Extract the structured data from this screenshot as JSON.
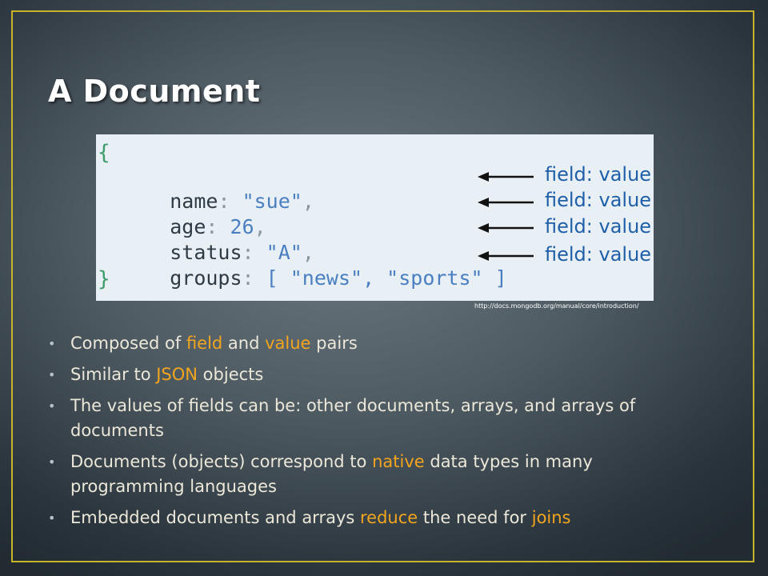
{
  "title": "A Document",
  "code": {
    "open_brace": "{",
    "close_brace": "}",
    "lines": [
      {
        "key": "name",
        "colon": ":",
        "value": "\"sue\"",
        "tail": ","
      },
      {
        "key": "age",
        "colon": ":",
        "value": "26",
        "tail": ","
      },
      {
        "key": "status",
        "colon": ":",
        "value": "\"A\"",
        "tail": ","
      },
      {
        "key": "groups",
        "colon": ":",
        "value": "[ \"news\", \"sports\" ]",
        "tail": ""
      }
    ],
    "annotation": {
      "field": "field",
      "colon": ":",
      "value": " value"
    }
  },
  "source_url": "http://docs.mongodb.org/manual/core/introduction/",
  "bullets": [
    {
      "parts": [
        {
          "t": "Composed of "
        },
        {
          "t": "field",
          "hl": true
        },
        {
          "t": " and "
        },
        {
          "t": "value",
          "hl": true
        },
        {
          "t": " pairs"
        }
      ]
    },
    {
      "parts": [
        {
          "t": "Similar to "
        },
        {
          "t": "JSON",
          "hl": true
        },
        {
          "t": " objects"
        }
      ]
    },
    {
      "parts": [
        {
          "t": "The values of fields can be: other documents, arrays, and arrays of documents"
        }
      ]
    },
    {
      "parts": [
        {
          "t": "Documents (objects) correspond to "
        },
        {
          "t": "native",
          "hl": true
        },
        {
          "t": " data types in many programming languages"
        }
      ]
    },
    {
      "parts": [
        {
          "t": "Embedded documents and arrays "
        },
        {
          "t": "reduce",
          "hl": true
        },
        {
          "t": " the need for "
        },
        {
          "t": "joins",
          "hl": true
        }
      ]
    }
  ],
  "colors": {
    "highlight": "#f2a51e",
    "frame": "#c8b42a",
    "field_blue": "#1f5fa8"
  }
}
